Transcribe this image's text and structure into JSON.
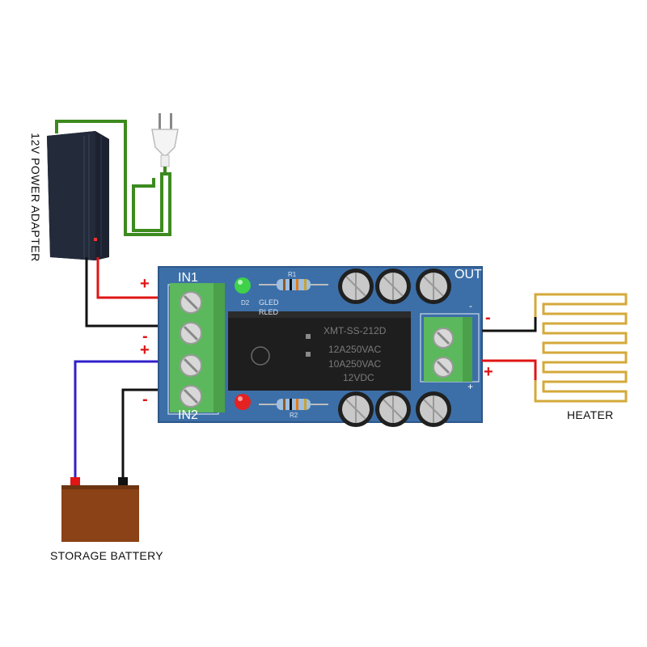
{
  "labels": {
    "power_adapter": "12V POWER ADAPTER",
    "battery": "STORAGE BATTERY",
    "heater": "HEATER"
  },
  "board": {
    "in1": "IN1",
    "in2": "IN2",
    "out": "OUT",
    "r1": "R1",
    "r2": "R2",
    "d2": "D2",
    "gled": "GLED",
    "rled": "RLED",
    "out_minus": "-",
    "out_plus": "+"
  },
  "relay": {
    "model": "XMT-SS-212D",
    "rating1": "12A250VAC",
    "rating2": "10A250VAC",
    "coil": "12VDC"
  },
  "wire_signs": {
    "in1_plus": "+",
    "in1_minus": "-",
    "in2_plus": "+",
    "in2_minus": "-",
    "out_minus": "-",
    "out_plus": "+"
  },
  "colors": {
    "pcb": "#3c6fa8",
    "terminal": "#5cb85c",
    "mains_wire": "#3d8a1f",
    "positive_wire": "#e01515",
    "negative_wire": "#111111",
    "battery_positive_wire": "#3020c8",
    "battery_body": "#8a4216",
    "heater_trace": "#d4a93a"
  },
  "icons": {
    "plug": "power-plug-icon",
    "led_green": "green-led-icon",
    "led_red": "red-led-icon"
  }
}
